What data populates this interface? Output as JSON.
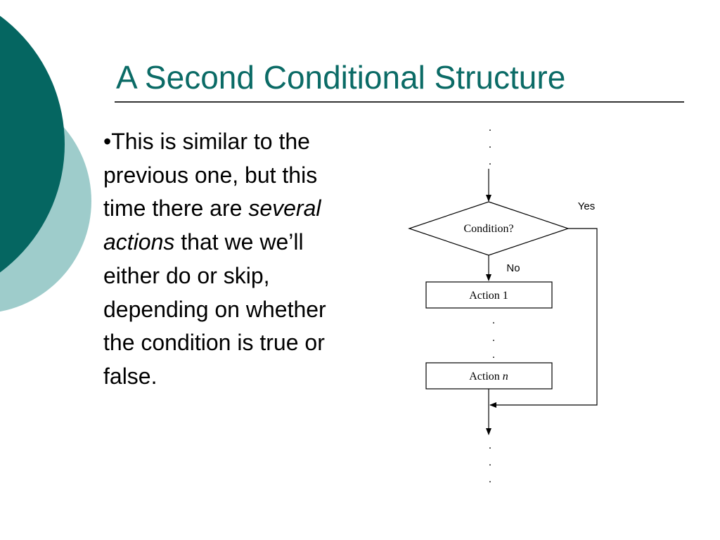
{
  "slide": {
    "title": "A Second Conditional Structure",
    "bullet": {
      "marker": "•",
      "part1": "This is similar to the previous one, but this time there are ",
      "emphasis1": "several",
      "space": " ",
      "emphasis2": "actions",
      "part2": " that we we’ll either do or skip, depending on whether the condition is true or false."
    }
  },
  "flowchart": {
    "decision": "Condition?",
    "yes_label": "Yes",
    "no_label": "No",
    "action_first": "Action 1",
    "action_last_prefix": "Action ",
    "action_last_var": "n",
    "ellipsis_dot": "."
  },
  "colors": {
    "accent_dark": "#056661",
    "accent_light": "#9ecccb",
    "title": "#0b6b66",
    "rule": "#333333",
    "flow_stroke": "#000000"
  }
}
